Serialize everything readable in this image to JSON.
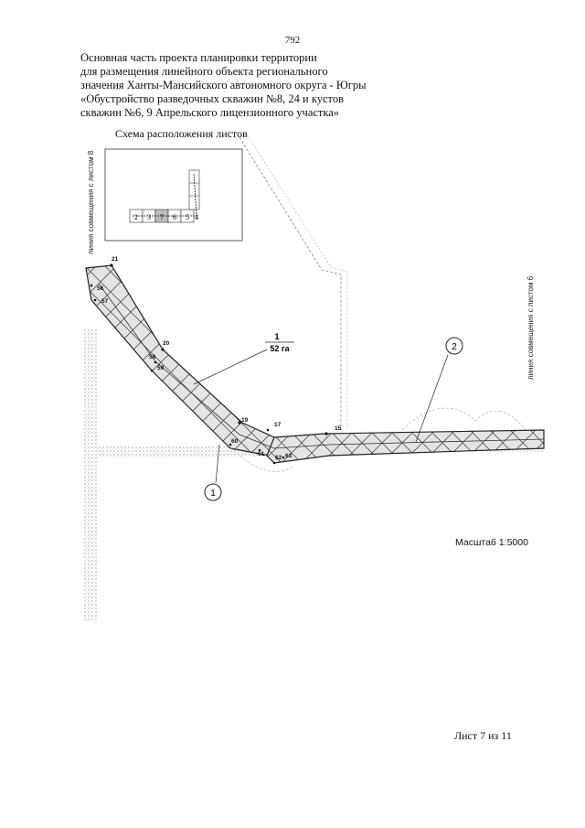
{
  "page_number": "792",
  "title_lines": [
    "Основная часть проекта планировки территории",
    "для размещения линейного объекта регионального",
    "значения Ханты-Мансийского автономного округа - Югры",
    "«Обустройство разведочных скважин №8, 24 и кустов",
    "скважин №6, 9 Апрельского лицензионного участка»"
  ],
  "scheme": {
    "title": "Схема расположения листов",
    "sheet_labels": [
      "2",
      "3",
      "6",
      "5",
      "4",
      "7"
    ]
  },
  "match_lines": {
    "left": "линия совмещения с листом 8",
    "right": "линия совмещения с листом 6"
  },
  "zone_callout": {
    "number": "1",
    "area": "52 га"
  },
  "circle_markers": [
    "1",
    "2"
  ],
  "points": [
    "21",
    "56",
    "57",
    "20",
    "58",
    "59",
    "19",
    "17",
    "60",
    "61",
    "62",
    "63",
    "15"
  ],
  "scale": "Масштаб 1:5000",
  "sheet_footer": "Лист 7 из 11",
  "colors": {
    "line": "#222222",
    "hatch": "#555555",
    "fill": "#d6d6d6"
  }
}
